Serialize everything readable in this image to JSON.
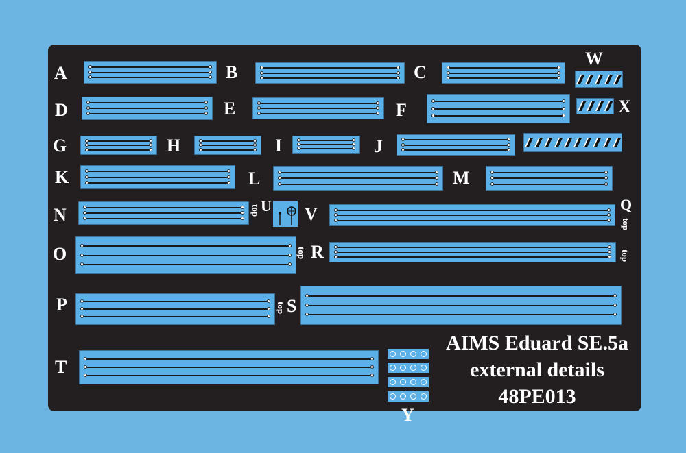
{
  "parts": {
    "A": "A",
    "B": "B",
    "C": "C",
    "D": "D",
    "E": "E",
    "F": "F",
    "G": "G",
    "H": "H",
    "I": "I",
    "J": "J",
    "K": "K",
    "L": "L",
    "M": "M",
    "N": "N",
    "O": "O",
    "P": "P",
    "Q": "Q",
    "R": "R",
    "S": "S",
    "T": "T",
    "U": "U",
    "V": "V",
    "W": "W",
    "X": "X",
    "Y": "Y"
  },
  "orientation_mark": "top",
  "title": {
    "line1": "AIMS Eduard SE.5a",
    "line2": "external details",
    "line3": "48PE013"
  },
  "colors": {
    "background": "#6cb4e2",
    "fret": "#231f20",
    "part": "#5cb0e8"
  }
}
